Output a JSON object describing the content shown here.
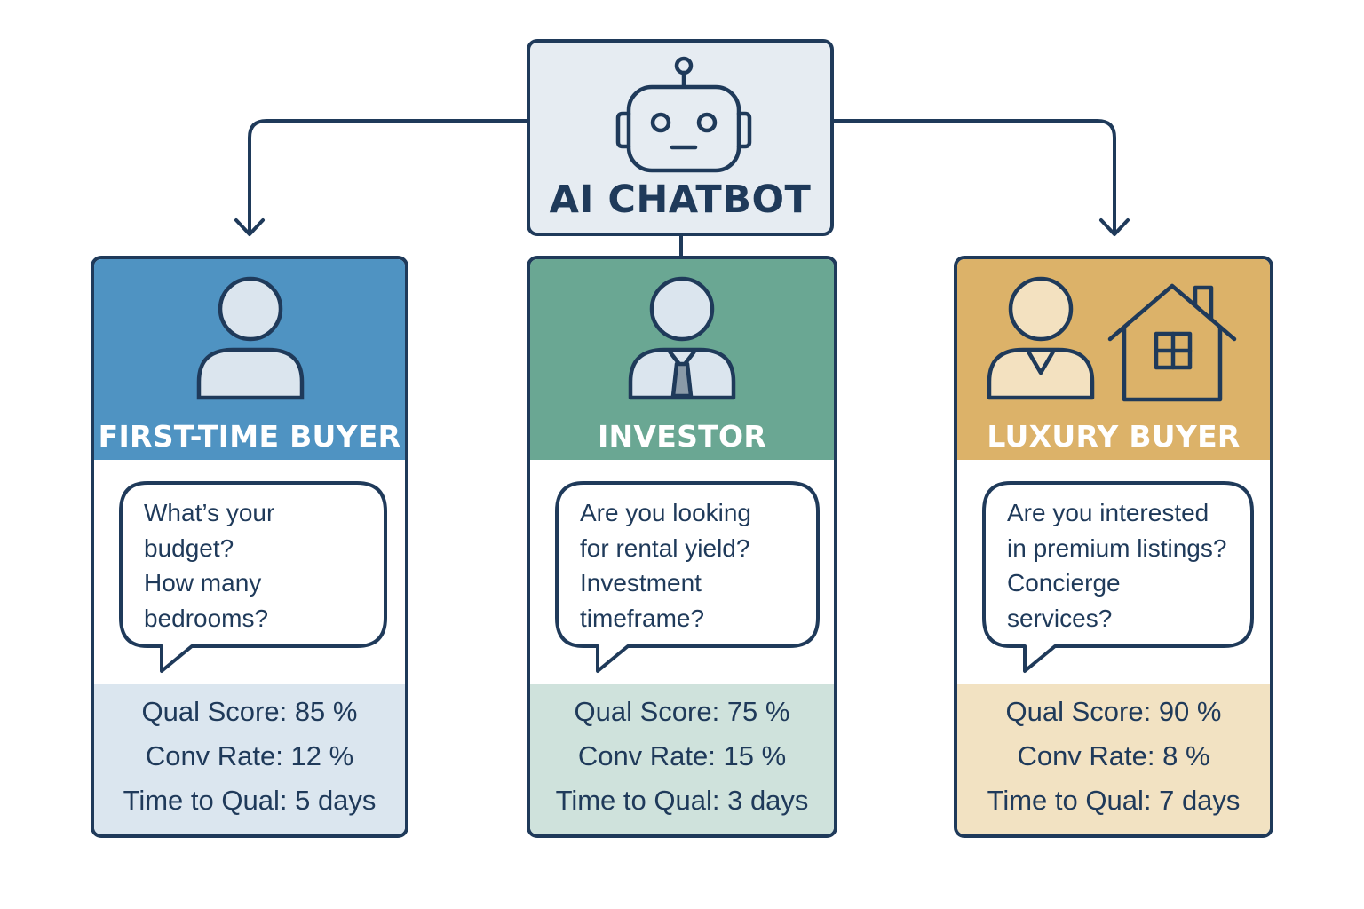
{
  "hub": {
    "title": "AI CHATBOT",
    "icon": "robot-icon"
  },
  "colors": {
    "outline": "#1f3a5a",
    "first_time": "#4f93c2",
    "investor": "#6aa793",
    "luxury": "#dcb269"
  },
  "personas": [
    {
      "label": "FIRST-TIME BUYER",
      "icon": "person-icon",
      "questions": [
        "What’s your",
        "budget?",
        "How many",
        "bedrooms?"
      ],
      "qual_score": "Qual Score: 85 %",
      "conv_rate": "Conv Rate: 12 %",
      "time_to_qual": "Time to Qual: 5 days"
    },
    {
      "label": "INVESTOR",
      "icon": "businessperson-icon",
      "questions": [
        "Are you looking",
        "for rental yield?",
        "Investment",
        "timeframe?"
      ],
      "qual_score": "Qual Score: 75 %",
      "conv_rate": "Conv Rate: 15 %",
      "time_to_qual": "Time to Qual: 3 days"
    },
    {
      "label": "LUXURY BUYER",
      "icon": "person-with-house-icon",
      "questions": [
        "Are you interested",
        "in premium listings?",
        "Concierge",
        "services?"
      ],
      "qual_score": "Qual Score: 90 %",
      "conv_rate": "Conv Rate: 8 %",
      "time_to_qual": "Time to Qual: 7 days"
    }
  ]
}
